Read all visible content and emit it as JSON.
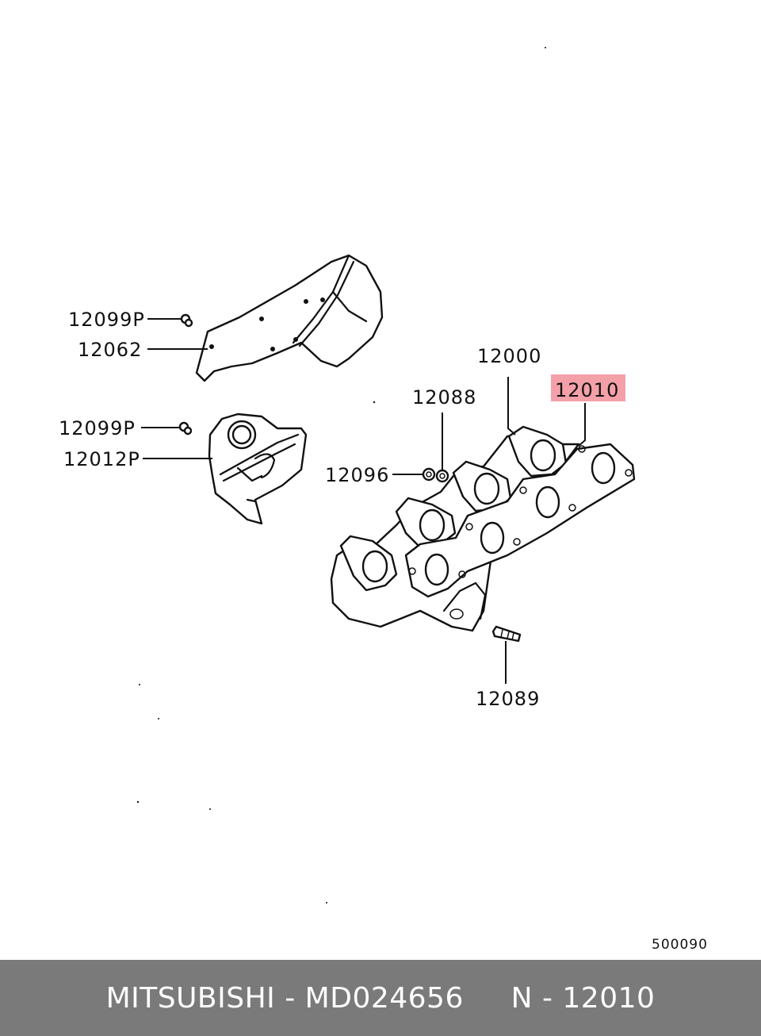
{
  "diagram": {
    "reference_code": "500090",
    "highlight_color": "#f4a0a8",
    "labels": [
      {
        "id": "12099P_a",
        "text": "12099P"
      },
      {
        "id": "12062",
        "text": "12062"
      },
      {
        "id": "12099P_b",
        "text": "12099P"
      },
      {
        "id": "12012P",
        "text": "12012P"
      },
      {
        "id": "12000",
        "text": "12000"
      },
      {
        "id": "12010",
        "text": "12010",
        "highlighted": true
      },
      {
        "id": "12088",
        "text": "12088"
      },
      {
        "id": "12096",
        "text": "12096"
      },
      {
        "id": "12089",
        "text": "12089"
      }
    ]
  },
  "footer": {
    "text": "MITSUBISHI - MD024656     N - 12010",
    "background": "#7a7a7a"
  }
}
